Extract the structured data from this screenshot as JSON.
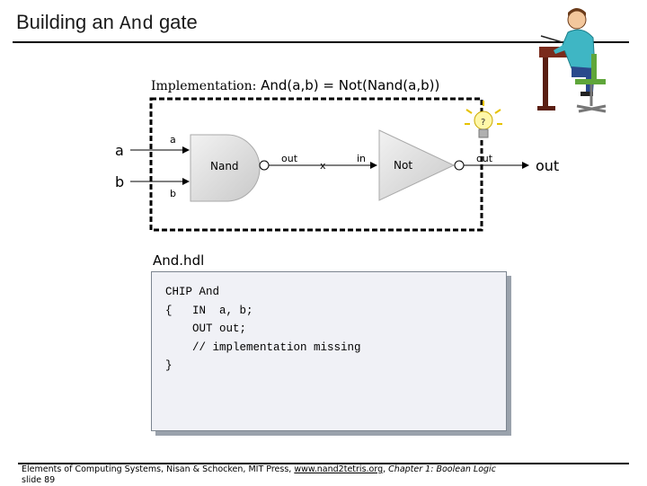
{
  "title": {
    "prefix": "Building an",
    "code": "And",
    "suffix": "gate"
  },
  "implementation": {
    "label": "Implementation:",
    "formula": "And(a,b) = Not(Nand(a,b))"
  },
  "diagram": {
    "input_a": "a",
    "input_b": "b",
    "nand_in_a": "a",
    "nand_in_b": "b",
    "nand_label": "Nand",
    "nand_out": "out",
    "wire_x": "x",
    "not_in": "in",
    "not_label": "Not",
    "not_out": "out",
    "output": "out",
    "bulb_mark": "?"
  },
  "hdl": {
    "filename": "And.hdl",
    "code_lines": [
      "CHIP And",
      "{   IN  a, b;",
      "    OUT out;",
      "    // implementation missing",
      "}"
    ]
  },
  "footer": {
    "citation": "Elements of Computing Systems, Nisan & Schocken, MIT Press,",
    "link": "www.nand2tetris.org",
    "sep": ", ",
    "chapter": "Chapter 1: Boolean Logic",
    "slide": "slide 89"
  },
  "colors": {
    "gate_fill": "#d6d6d6",
    "code_bg": "#f0f1f6",
    "shadow": "#9aa2ac"
  }
}
